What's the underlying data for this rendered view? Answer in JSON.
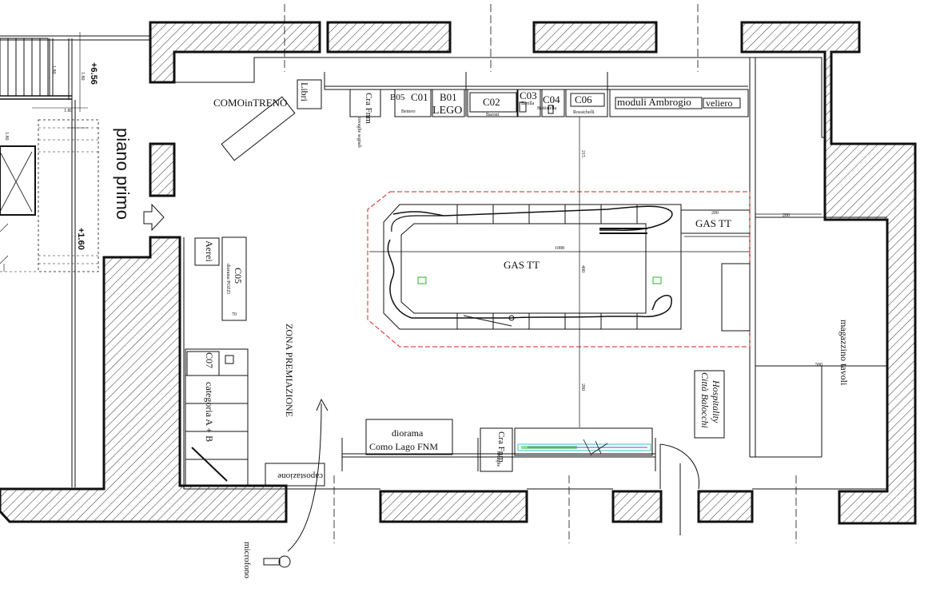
{
  "floor": {
    "title": "piano primo",
    "elevation_top": "+6.56",
    "elevation_side": "+1.60",
    "stair_dim_a": "1.80",
    "stair_dim_b": "1.80",
    "stair_dim_c": "1.80",
    "stair_dim_d": "1.80"
  },
  "stands": {
    "como_in_treno": "COMOinTRENO",
    "libri": "Libri",
    "cra_fnm_top": "Cra Fnm",
    "cra_top_note": "tovaglie segnali",
    "b05": "B05",
    "b05_note": "Bettero",
    "c01": "C01",
    "b01": "B01",
    "b01_sub": "LEGO",
    "c02": "C02",
    "c02_note": "Baroni",
    "c03": "C03",
    "c03_note": "Barilla",
    "battistella": "Battistella",
    "c04": "C04",
    "c06": "C06",
    "c06_note": "Rossichelli",
    "moduli_ambrogio": "moduli Ambrogio",
    "veliero": "veliero",
    "aerei": "Aerei",
    "c05": "C05",
    "c05_note": "diorama POZZI",
    "c07": "C07",
    "categoria": "categoria A + B",
    "zona_premiazione": "ZONA PREMIAZIONE",
    "capostazione": "capostazione",
    "diorama_line1": "diorama",
    "diorama_line2": "Como Lago FNM",
    "cra_fnm_bottom": "Cra Fnm",
    "cra_bottom_note": "tovaglie",
    "gas_tt_main": "GAS TT",
    "gas_tt_side": "GAS TT",
    "hospitality_line1": "Hospitality",
    "hospitality_line2": "Città Balocchi",
    "magazzino": "magazzino tavoli",
    "microfono": "microfono"
  },
  "dimensions": {
    "layout_width": "1088",
    "vert_upper": "215",
    "vert_mid": "400",
    "vert_lower": "280",
    "gas_side": "200",
    "mag_top": "200",
    "mag_mid": "580",
    "small_70": "70"
  },
  "colors": {
    "walls": "#111111",
    "hatch": "#222222",
    "red_outline": "#d22020",
    "green_marker": "#2bb02b",
    "model_cyan": "#35c6c9",
    "model_blue": "#3060d8",
    "model_green": "#49c24a"
  }
}
